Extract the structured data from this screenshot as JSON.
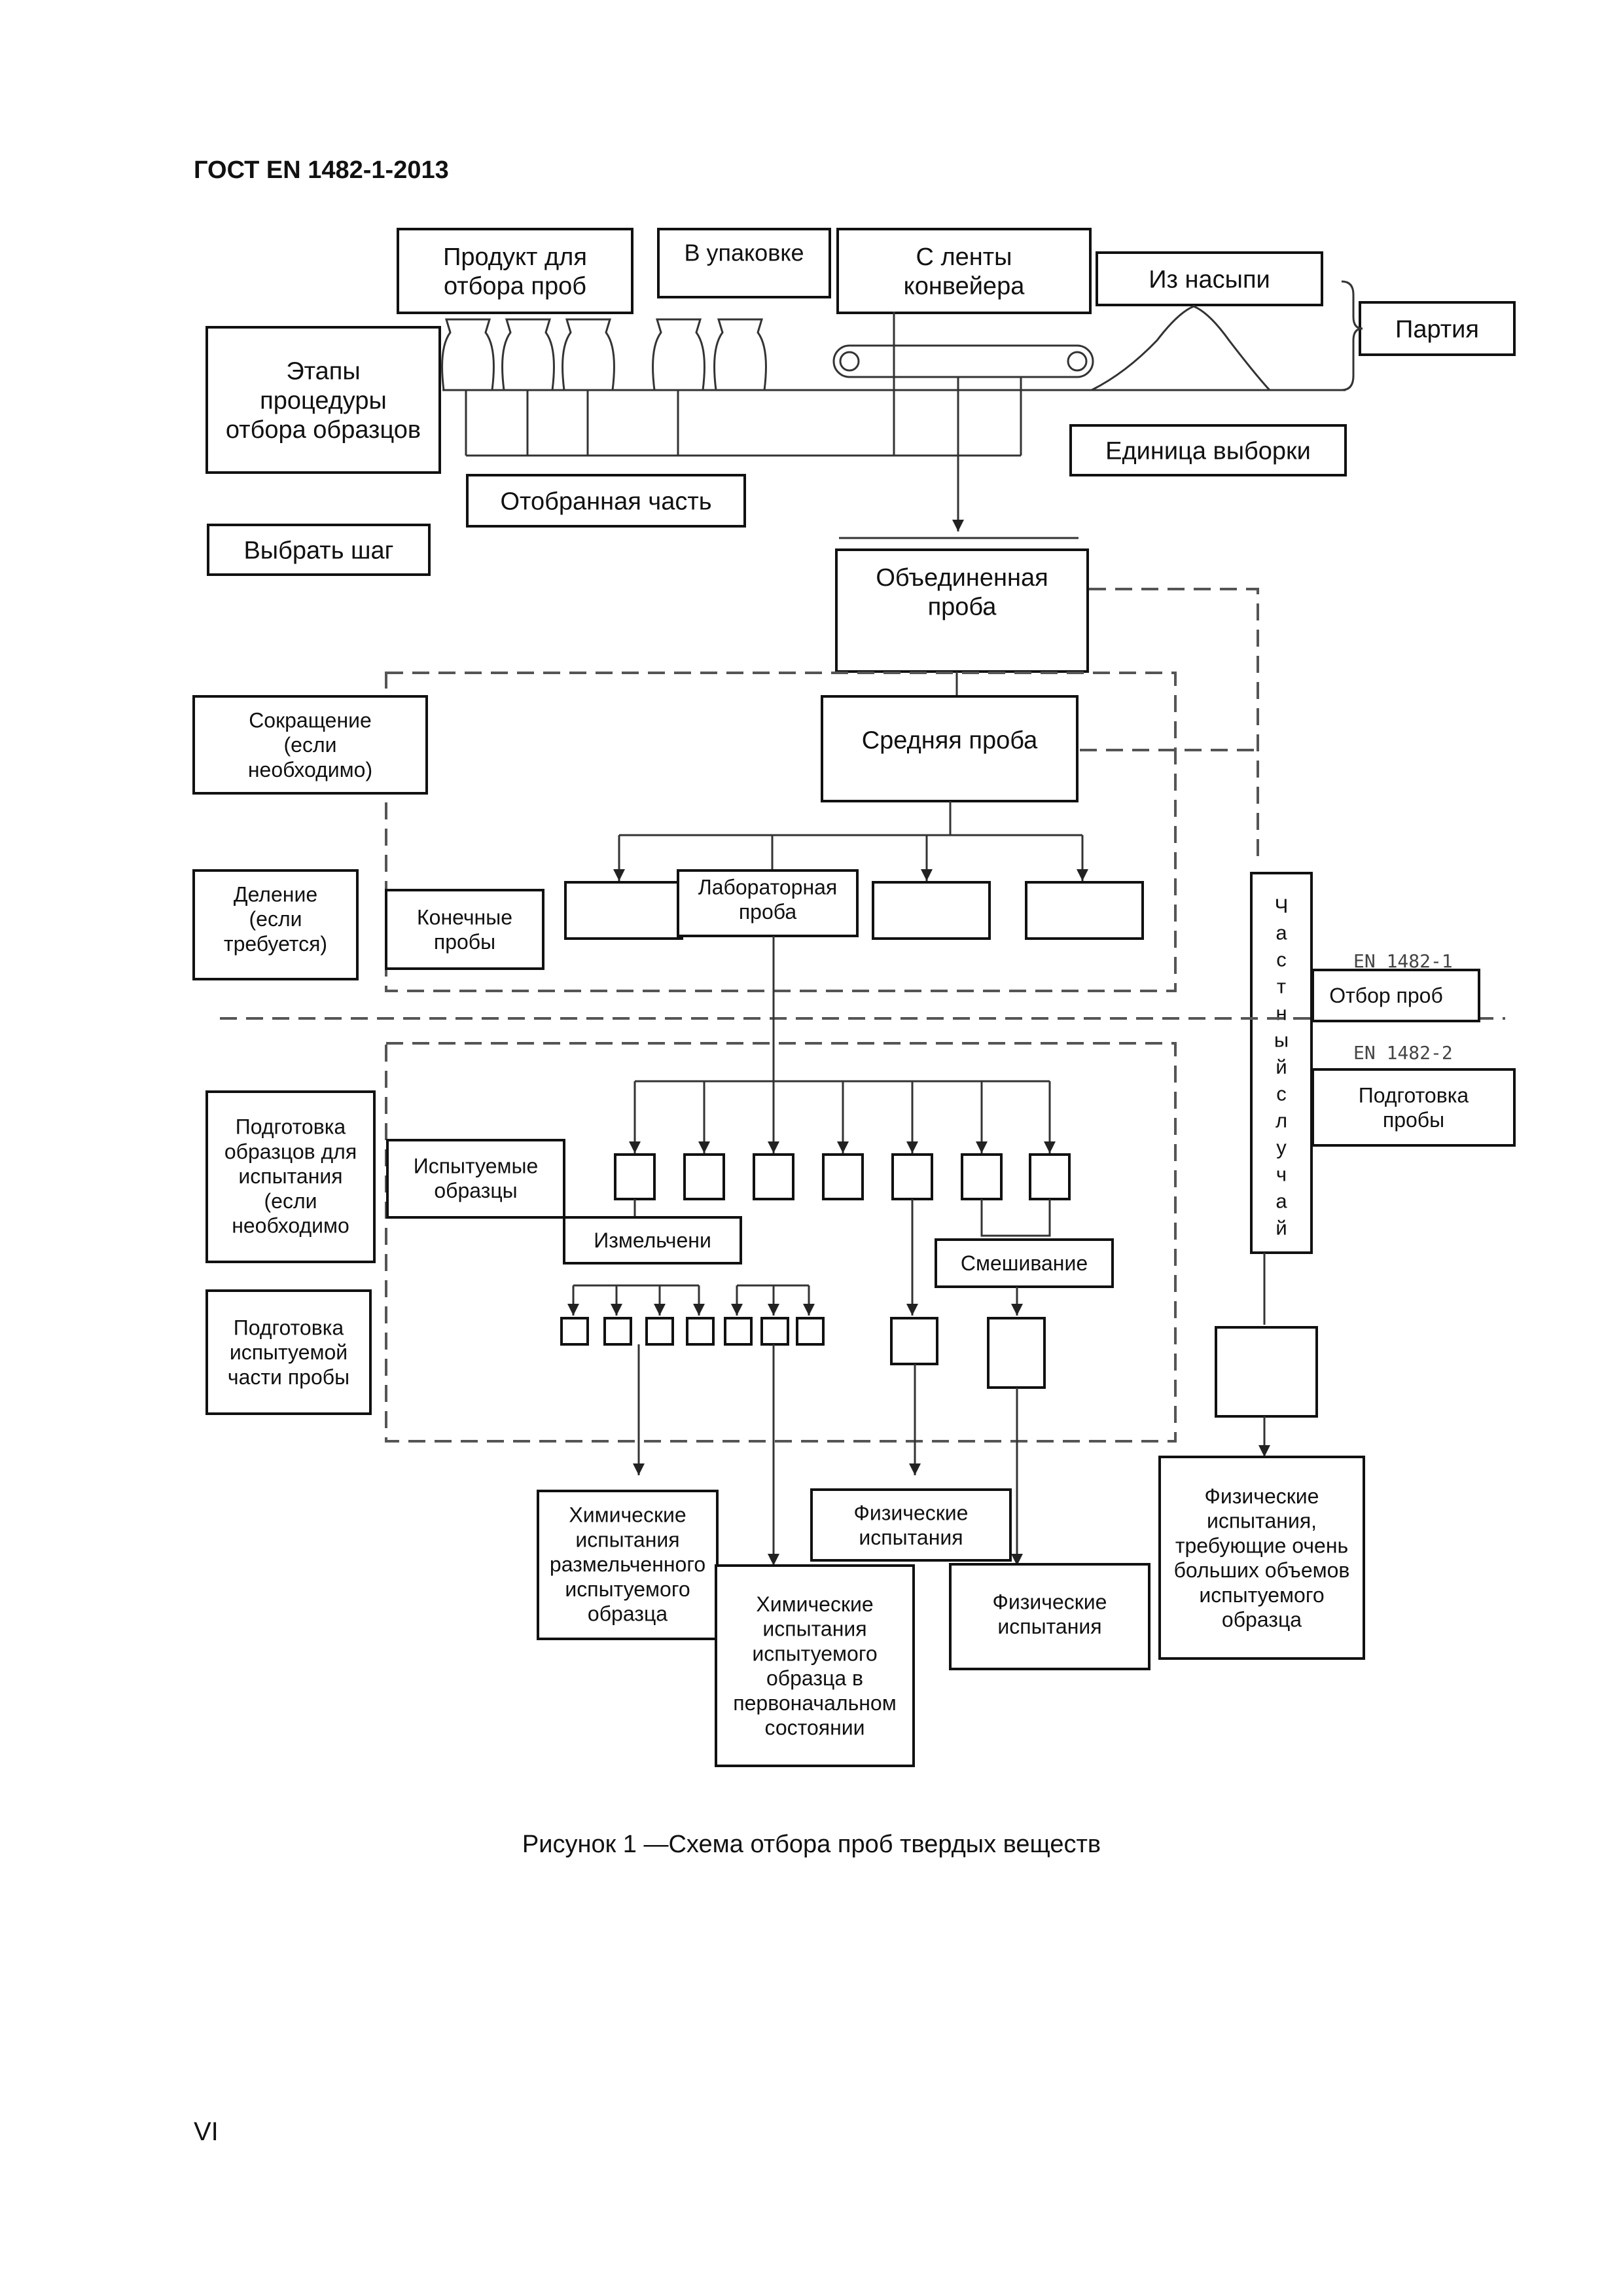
{
  "header": {
    "doc_id": "ГОСТ EN 1482-1-2013"
  },
  "top": {
    "product": "Продукт для отбора проб",
    "packed": "В упаковке",
    "conveyor": "С ленты конвейера",
    "heap": "Из насыпи",
    "batch": "Партия",
    "stages": "Этапы процедуры отбора образцов",
    "sampling_unit": "Единица выборки",
    "increment": "Отобранная часть",
    "select_step": "Выбрать шаг"
  },
  "mid": {
    "aggregate": "Объединенная проба",
    "average": "Средняя проба",
    "reduction": "Сокращение (если необходимо)",
    "division": "Деление (если требуется)",
    "final": "Конечные пробы",
    "lab": "Лабораторная проба",
    "special": "Частный случай",
    "std1": "EN 1482-1",
    "std2": "EN 1482-2",
    "sampling": "Отбор проб",
    "prep": "Подготовка пробы"
  },
  "prep": {
    "sample_prep": "Подготовка образцов для испытания (если необходимо",
    "test_samples": "Испытуемые образцы",
    "grinding": "Измельчени",
    "mixing": "Смешивание",
    "portion_prep": "Подготовка испытуемой части пробы"
  },
  "bottom": {
    "chem_ground": "Химические испытания размельченного испытуемого образца",
    "phys_top": "Физические испытания",
    "chem_orig": "Химические испытания испытуемого образца в первоначальном состоянии",
    "phys_bottom": "Физические испытания",
    "phys_large": "Физические испытания, требующие очень больших объемов испытуемого образца"
  },
  "caption": "Рисунок 1 —Схема отбора проб твердых веществ",
  "footer": {
    "page": "VI"
  }
}
